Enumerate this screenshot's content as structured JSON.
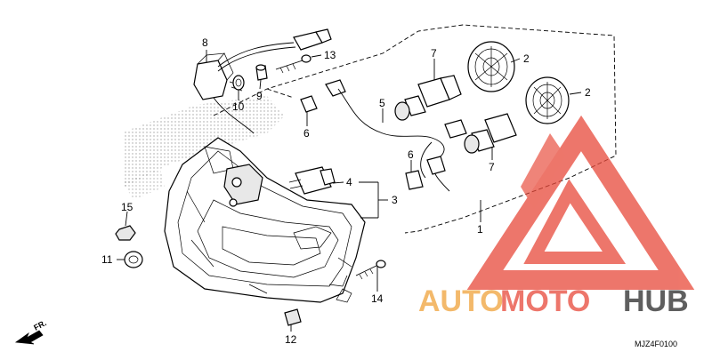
{
  "diagram_code": "MJZ4F0100",
  "direction_label": "FR.",
  "watermark": {
    "auto": "AUTO",
    "moto": "MOTO",
    "hub": "HUB",
    "color": "#e8493a",
    "dark": "#2a2a2a"
  },
  "callouts": {
    "p1": "1",
    "p2a": "2",
    "p2b": "2",
    "p3": "3",
    "p4": "4",
    "p5": "5",
    "p6a": "6",
    "p6b": "6",
    "p7a": "7",
    "p7b": "7",
    "p8": "8",
    "p9": "9",
    "p10": "10",
    "p11": "11",
    "p12": "12",
    "p13": "13",
    "p14": "14",
    "p15": "15"
  }
}
